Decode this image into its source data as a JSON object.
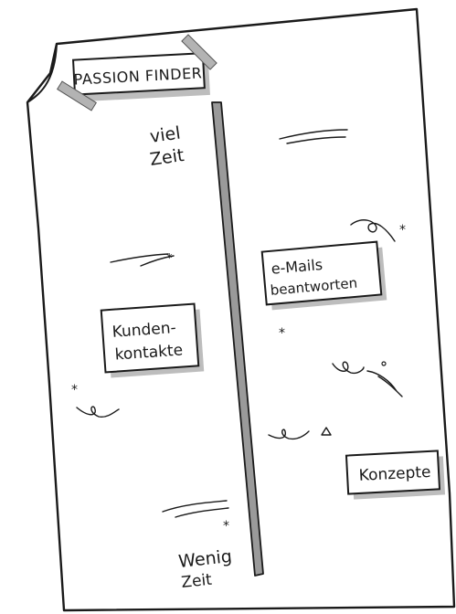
{
  "title": "PASSION FINDER",
  "axis": {
    "top_line1": "viel",
    "top_line2": "Zeit",
    "bottom_line1": "Wenig",
    "bottom_line2": "Zeit"
  },
  "cards": {
    "left": {
      "line1": "Kunden-",
      "line2": "kontakte"
    },
    "right_top": {
      "line1": "e-Mails",
      "line2": "beantworten"
    },
    "right_bottom": {
      "line1": "Konzepte"
    }
  },
  "colors": {
    "ink": "#1a1a1a",
    "paper": "#ffffff",
    "tape": "#b3b3b3",
    "shadow": "#bdbdbd",
    "divider": "#9a9a9a"
  }
}
